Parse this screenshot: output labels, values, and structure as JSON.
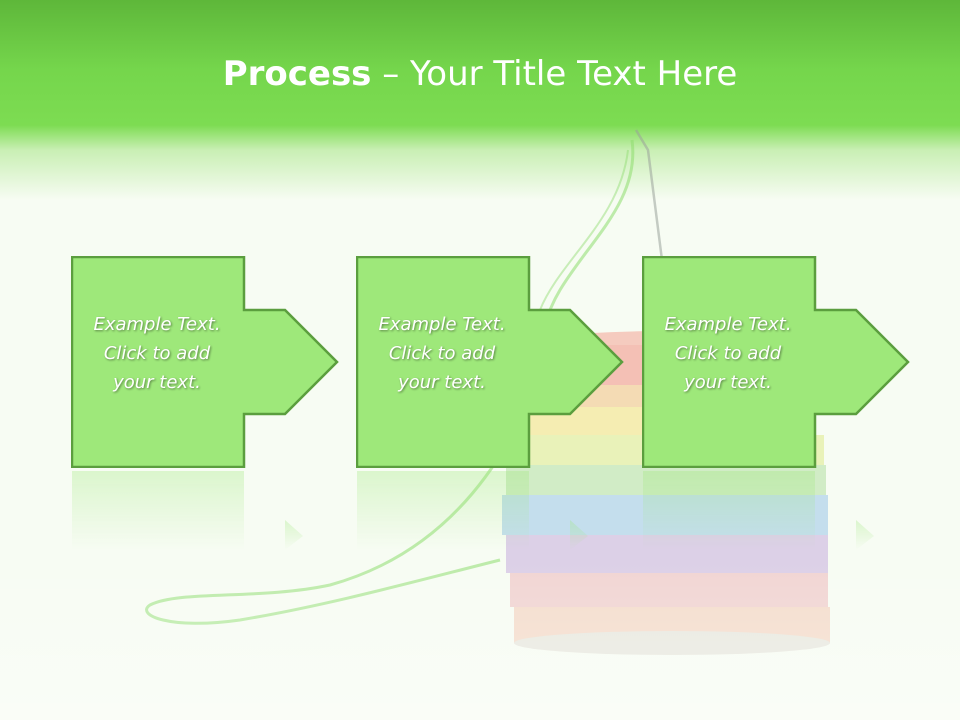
{
  "slide": {
    "title_bold": "Process",
    "title_rest": " – Your Title Text Here"
  },
  "steps": [
    {
      "line1": "Example Text.",
      "line2": "Click  to add",
      "line3": "your text."
    },
    {
      "line1": "Example Text.",
      "line2": "Click  to add",
      "line3": "your text."
    },
    {
      "line1": "Example Text.",
      "line2": "Click  to add",
      "line3": "your text."
    }
  ],
  "colors": {
    "header_green": "#75d64c",
    "box_fill": "#9ee87a",
    "box_border": "#5b9e3e",
    "thread_green": "#8edc6e"
  }
}
